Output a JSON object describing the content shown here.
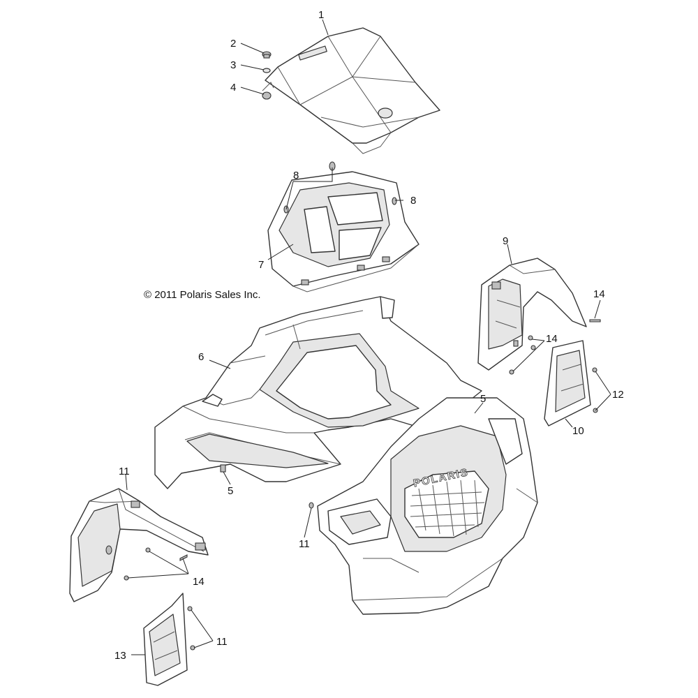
{
  "copyright": "© 2011 Polaris Sales Inc.",
  "brand_mark": "POLARIS",
  "callouts": [
    {
      "id": "c1",
      "label": "1"
    },
    {
      "id": "c2",
      "label": "2"
    },
    {
      "id": "c3",
      "label": "3"
    },
    {
      "id": "c4",
      "label": "4"
    },
    {
      "id": "c8a",
      "label": "8"
    },
    {
      "id": "c8b",
      "label": "8"
    },
    {
      "id": "c7",
      "label": "7"
    },
    {
      "id": "c9",
      "label": "9"
    },
    {
      "id": "c14a",
      "label": "14"
    },
    {
      "id": "c14b",
      "label": "14"
    },
    {
      "id": "c6",
      "label": "6"
    },
    {
      "id": "c5a",
      "label": "5"
    },
    {
      "id": "c5b",
      "label": "5"
    },
    {
      "id": "c11a",
      "label": "11"
    },
    {
      "id": "c12",
      "label": "12"
    },
    {
      "id": "c10",
      "label": "10"
    },
    {
      "id": "c11b",
      "label": "11"
    },
    {
      "id": "c14c",
      "label": "14"
    },
    {
      "id": "c11c",
      "label": "11"
    },
    {
      "id": "c13",
      "label": "13"
    }
  ]
}
